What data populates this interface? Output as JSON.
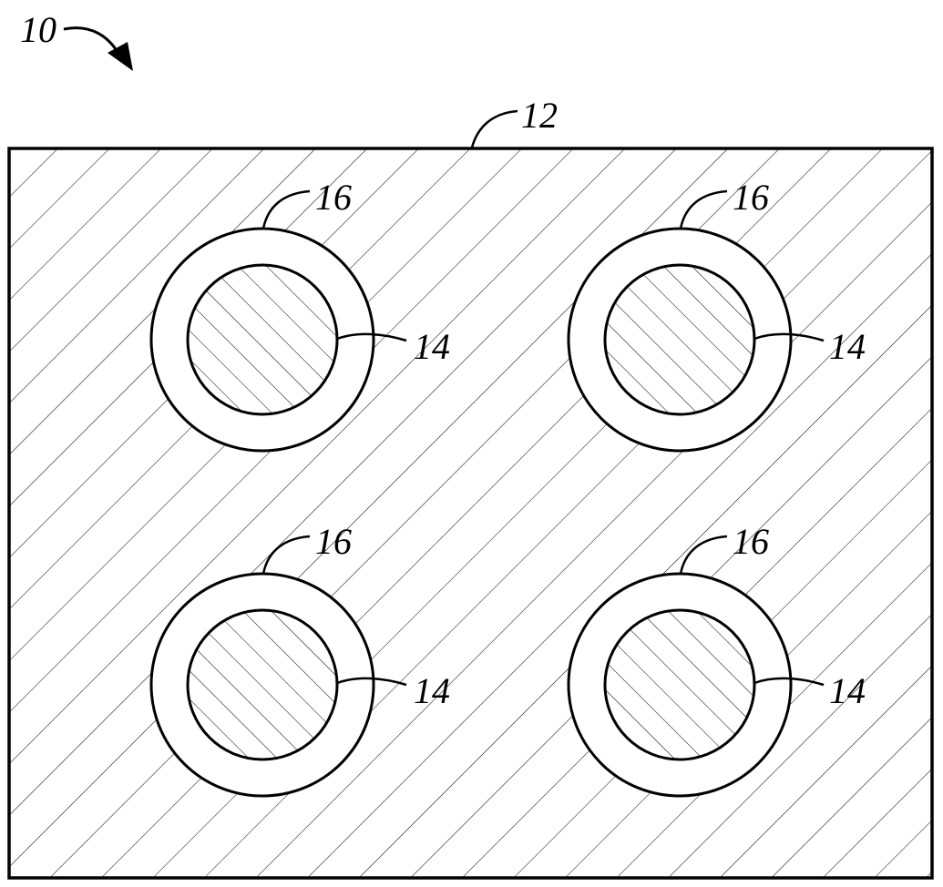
{
  "figure": {
    "labels": {
      "assembly": "10",
      "matrix": "12",
      "cores": [
        "14",
        "14",
        "14",
        "14"
      ],
      "rings": [
        "16",
        "16",
        "16",
        "16"
      ]
    },
    "colors": {
      "line": "#000000",
      "background": "#ffffff"
    }
  }
}
